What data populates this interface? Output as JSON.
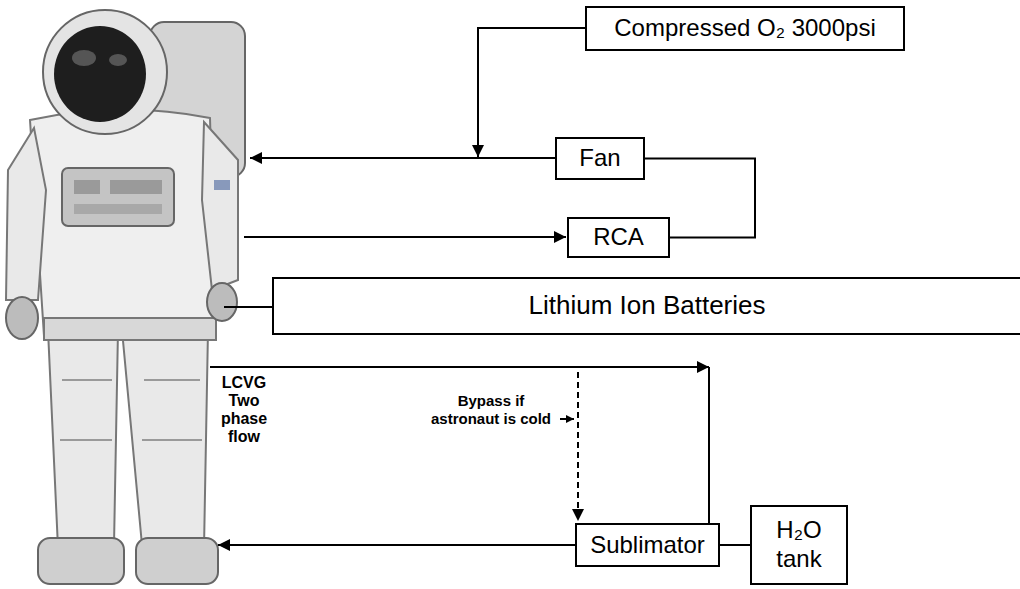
{
  "diagram": {
    "nodes": [
      {
        "text": [
          "Compressed O₂ 3000psi"
        ]
      },
      {
        "text": [
          "Fan"
        ]
      },
      {
        "text": [
          "RCA"
        ]
      },
      {
        "text": [
          "Lithium Ion Batteries"
        ]
      },
      {
        "text": [
          "Sublimator"
        ]
      },
      {
        "text": [
          "H₂O tank"
        ]
      }
    ],
    "edges": [
      {
        "from": 2,
        "to": 1,
        "arrow": "none"
      },
      {
        "from": 4,
        "to": 5,
        "arrow": "none"
      }
    ],
    "labels": [
      "LCVG Two phase flow",
      "Bypass if astronaut is cold"
    ]
  }
}
